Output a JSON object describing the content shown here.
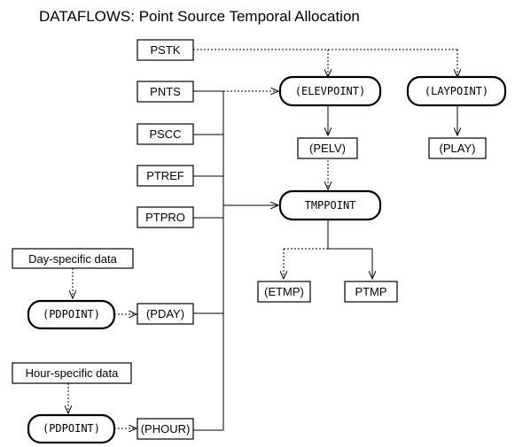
{
  "title": "DATAFLOWS:  Point Source Temporal Allocation",
  "files": {
    "pstk": "PSTK",
    "pnts": "PNTS",
    "pscc": "PSCC",
    "ptref": "PTREF",
    "ptpro": "PTPRO",
    "pelv": "(PELV)",
    "play": "(PLAY)",
    "etmp": "(ETMP)",
    "ptmp": "PTMP",
    "pday": "(PDAY)",
    "phour": "(PHOUR)",
    "day_data": "Day-specific data",
    "hour_data": "Hour-specific data"
  },
  "programs": {
    "elevpoint": "(ELEVPOINT)",
    "laypoint": "(LAYPOINT)",
    "tmppoint": "TMPPOINT",
    "pdpoint_day": "(PDPOINT)",
    "pdpoint_hour": "(PDPOINT)"
  }
}
